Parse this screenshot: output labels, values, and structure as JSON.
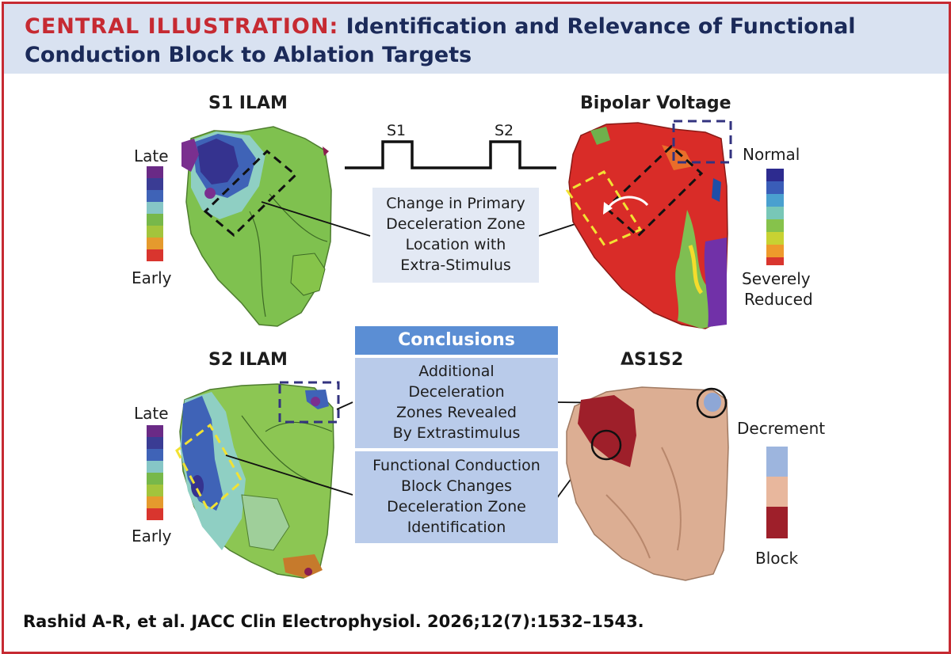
{
  "header": {
    "kicker": "CENTRAL ILLUSTRATION:",
    "title_line1": "Identification and Relevance of Functional",
    "title_line2": "Conduction Block to Ablation Targets"
  },
  "panels": {
    "s1": {
      "title": "S1 ILAM",
      "scale_top": "Late",
      "scale_bottom": "Early"
    },
    "bipolar": {
      "title": "Bipolar Voltage",
      "scale_top": "Normal",
      "scale_bottom_line1": "Severely",
      "scale_bottom_line2": "Reduced"
    },
    "s2": {
      "title": "S2 ILAM",
      "scale_top": "Late",
      "scale_bottom": "Early"
    },
    "delta": {
      "title": "ΔS1S2",
      "scale_top": "Decrement",
      "scale_bottom": "Block"
    }
  },
  "pulse": {
    "label1": "S1",
    "label2": "S2"
  },
  "change_box": {
    "line1": "Change in Primary",
    "line2": "Deceleration Zone",
    "line3": "Location with",
    "line4": "Extra-Stimulus"
  },
  "conclusions": {
    "heading": "Conclusions",
    "block1": [
      "Additional",
      "Deceleration",
      "Zones Revealed",
      "By Extrastimulus"
    ],
    "block2": [
      "Functional Conduction",
      "Block Changes",
      "Deceleration Zone",
      "Identification"
    ]
  },
  "citation": "Rashid A-R, et al. JACC Clin Electrophysiol. 2026;12(7):1532–1543.",
  "colors": {
    "accent_red": "#c62a32",
    "navy": "#1b2a59",
    "header_bg": "#d9e2f1",
    "conclusion_head": "#5b8ed4",
    "conclusion_body": "#b9cbea",
    "ilam_scale": [
      "#6a2a86",
      "#3a3c94",
      "#3f63b7",
      "#86c6c6",
      "#77b84a",
      "#a3c43c",
      "#e59a2d",
      "#d9352e"
    ],
    "delta_scale": [
      "#9db5de",
      "#e8b79d",
      "#9e1f2a"
    ]
  }
}
